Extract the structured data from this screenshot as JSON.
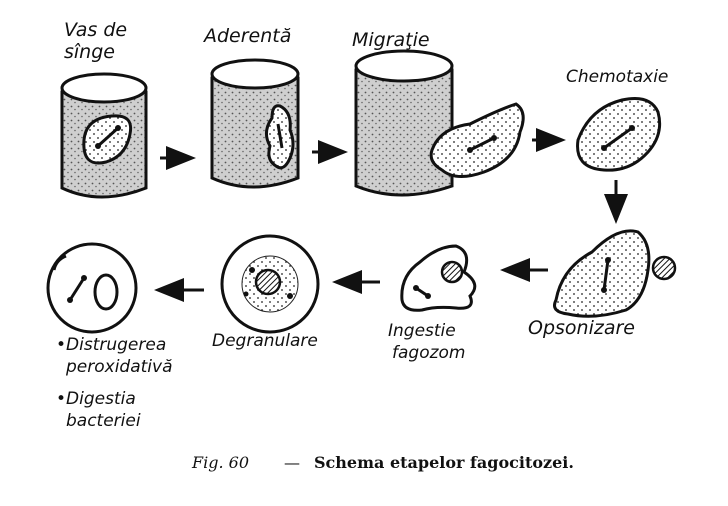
{
  "stages": {
    "vessel": {
      "line1": "Vas de",
      "line2": "sînge"
    },
    "adherence": "Aderentă",
    "migration": "Migraţie",
    "chemotaxis": "Chemotaxie",
    "opsonization": "Opsonizare",
    "ingestion": {
      "line1": "Ingestie",
      "line2": "fagozom"
    },
    "degranulation": "Degranulare",
    "result": {
      "item1_line1": "•Distrugerea",
      "item1_line2": "peroxidativă",
      "item2_line1": "•Digestia",
      "item2_line2": "bacteriei"
    }
  },
  "caption": {
    "figure": "Fig. 60",
    "dash": "—",
    "title": "Schema etapelor fagocitozei."
  }
}
